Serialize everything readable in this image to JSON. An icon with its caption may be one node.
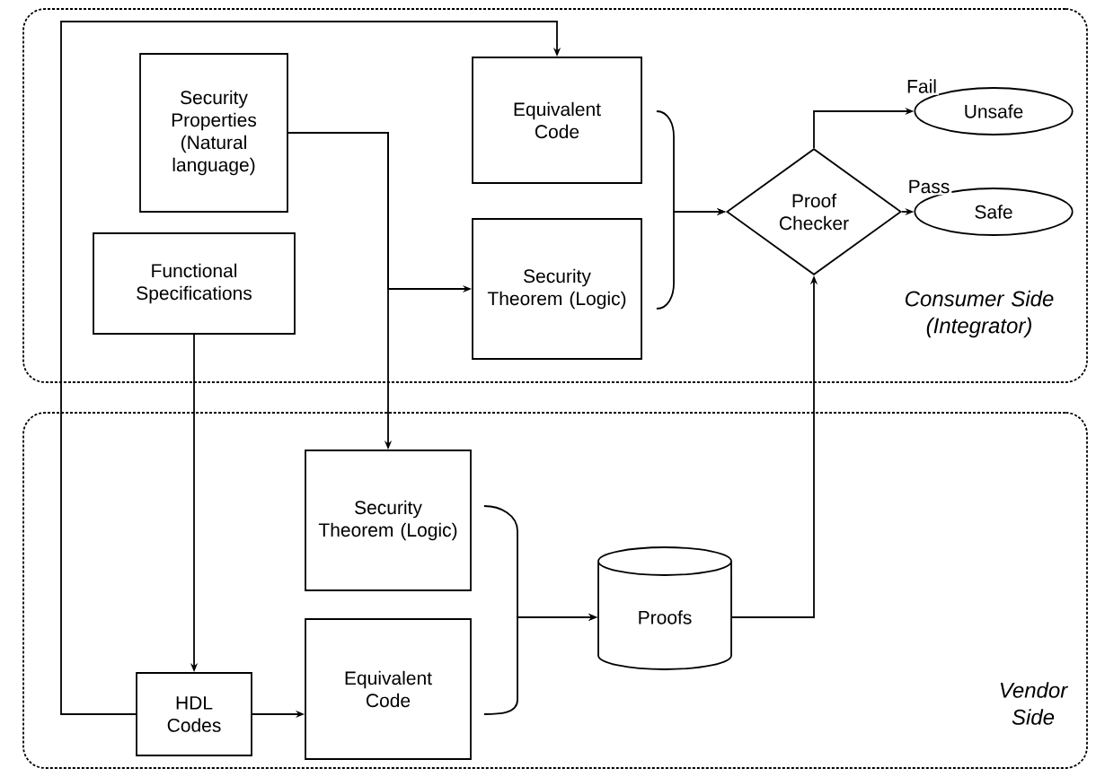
{
  "diagram": {
    "nodes": [
      {
        "text": [
          "Consumer Side (Integrator)"
        ]
      },
      {
        "text": [
          "Vendor Side"
        ]
      },
      {
        "text": [
          "Security Properties (Natural language)"
        ],
        "in": 0
      },
      {
        "text": [
          "Functional Specifications"
        ],
        "in": 0
      },
      {
        "text": [
          "Equivalent Code"
        ],
        "in": 0
      },
      {
        "text": [
          "Security Theorem (Logic)"
        ],
        "in": 0
      },
      {
        "text": [
          "Proof Checker"
        ],
        "in": 0
      },
      {
        "text": [
          "Unsafe"
        ],
        "in": 0
      },
      {
        "text": [
          "Safe"
        ],
        "in": 0
      },
      {
        "text": [
          "Security Theorem (Logic)"
        ],
        "in": 1
      },
      {
        "text": [
          "Equivalent Code"
        ],
        "in": 1
      },
      {
        "text": [
          "HDL Codes"
        ],
        "in": 1
      },
      {
        "text": [
          "Proofs"
        ],
        "in": 1
      }
    ],
    "edges": [
      {
        "from": 11,
        "to": 4,
        "arrow": "to"
      },
      {
        "from": 2,
        "to": 5,
        "arrow": "to"
      },
      {
        "from": 2,
        "to": 9,
        "arrow": "to"
      },
      {
        "from": 3,
        "to": 11,
        "arrow": "to"
      },
      {
        "from": 11,
        "to": 10,
        "arrow": "to"
      },
      {
        "from": 4,
        "to": 6,
        "arrow": "to"
      },
      {
        "from": 5,
        "to": 6,
        "arrow": "to"
      },
      {
        "from": 9,
        "to": 12,
        "arrow": "to"
      },
      {
        "from": 10,
        "to": 12,
        "arrow": "to"
      },
      {
        "from": 12,
        "to": 6,
        "arrow": "to"
      },
      {
        "from": 6,
        "to": 7,
        "arrow": "to",
        "label": "Fail"
      },
      {
        "from": 6,
        "to": 8,
        "arrow": "to",
        "label": "Pass"
      }
    ]
  }
}
